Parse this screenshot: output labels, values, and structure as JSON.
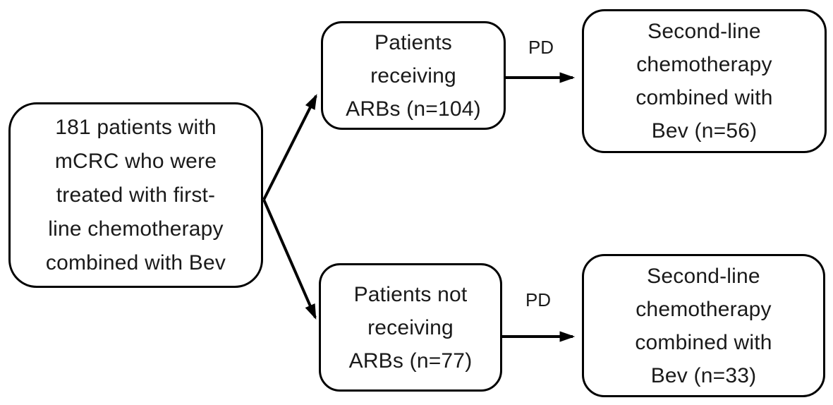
{
  "diagram": {
    "type": "flowchart",
    "background_color": "#ffffff",
    "stroke_color": "#000000",
    "text_color": "#1a1a1a",
    "nodes": {
      "source": {
        "label": "181 patients with\nmCRC who were\ntreated with first-\nline chemotherapy\ncombined with Bev"
      },
      "receiving_arbs": {
        "label": "Patients\nreceiving\nARBs (n=104)"
      },
      "not_receiving_arbs": {
        "label": "Patients not\nreceiving\nARBs (n=77)"
      },
      "second_line_arbs": {
        "label": "Second-line\nchemotherapy\ncombined with\nBev (n=56)"
      },
      "second_line_no_arbs": {
        "label": "Second-line\nchemotherapy\ncombined with\nBev (n=33)"
      }
    },
    "edges": {
      "source_to_arbs": {
        "label": ""
      },
      "source_to_no_arbs": {
        "label": ""
      },
      "arbs_to_second_line": {
        "label": "PD"
      },
      "no_arbs_to_second_line": {
        "label": "PD"
      }
    }
  }
}
